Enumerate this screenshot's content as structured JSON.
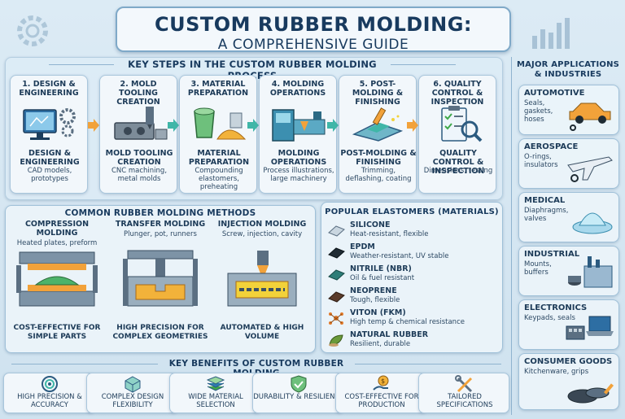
{
  "header": {
    "title": "CUSTOM RUBBER MOLDING:",
    "subtitle": "A COMPREHENSIVE GUIDE"
  },
  "steps_section": {
    "heading": "KEY STEPS IN THE CUSTOM RUBBER MOLDING PROCESS",
    "steps": [
      {
        "title": "1. DESIGN & ENGINEERING",
        "name": "DESIGN & ENGINEERING",
        "desc": "CAD models, prototypes",
        "icon": "computer-gear-icon"
      },
      {
        "title": "2. MOLD TOOLING CREATION",
        "name": "MOLD TOOLING CREATION",
        "desc": "CNC machining, metal molds",
        "icon": "mold-tool-icon"
      },
      {
        "title": "3. MATERIAL PREPARATION",
        "name": "MATERIAL PREPARATION",
        "desc": "Compounding elastomers, preheating",
        "icon": "material-bucket-icon"
      },
      {
        "title": "4. MOLDING OPERATIONS",
        "name": "MOLDING OPERATIONS",
        "desc": "Process illustrations, large machinery",
        "icon": "molding-machine-icon"
      },
      {
        "title": "5. POST-MOLDING & FINISHING",
        "name": "POST-MOLDING & FINISHING",
        "desc": "Trimming, deflashing, coating",
        "icon": "finishing-tool-icon"
      },
      {
        "title": "6. QUALITY CONTROL & INSPECTION",
        "name": "QUALITY CONTROL & INSPECTION",
        "desc": "Dimensions, testing",
        "icon": "clipboard-check-icon"
      }
    ]
  },
  "methods_section": {
    "heading": "COMMON RUBBER MOLDING METHODS",
    "methods": [
      {
        "title": "COMPRESSION MOLDING",
        "desc": "Heated plates, preform",
        "benefit": "COST-EFFECTIVE FOR SIMPLE PARTS"
      },
      {
        "title": "TRANSFER MOLDING",
        "desc": "Plunger, pot, runners",
        "benefit": "HIGH PRECISION FOR COMPLEX GEOMETRIES"
      },
      {
        "title": "INJECTION MOLDING",
        "desc": "Screw, injection, cavity",
        "benefit": "AUTOMATED & HIGH VOLUME"
      }
    ]
  },
  "elastomers_section": {
    "heading": "POPULAR ELASTOMERS (MATERIALS)",
    "items": [
      {
        "name": "SILICONE",
        "desc": "Heat-resistant, flexible",
        "color": "#c9d6e0"
      },
      {
        "name": "EPDM",
        "desc": "Weather-resistant, UV stable",
        "color": "#1f2b33"
      },
      {
        "name": "NITRILE (NBR)",
        "desc": "Oil & fuel resistant",
        "color": "#2e7d78"
      },
      {
        "name": "NEOPRENE",
        "desc": "Tough, flexible",
        "color": "#5a3b2a"
      },
      {
        "name": "VITON (FKM)",
        "desc": "High temp & chemical resistance",
        "color": "#e27a2a"
      },
      {
        "name": "NATURAL RUBBER",
        "desc": "Resilient, durable",
        "color": "#6a9a3a"
      }
    ]
  },
  "applications_section": {
    "heading": "MAJOR APPLICATIONS & INDUSTRIES",
    "items": [
      {
        "name": "AUTOMOTIVE",
        "desc": "Seals, gaskets, hoses",
        "icon": "car-icon"
      },
      {
        "name": "AEROSPACE",
        "desc": "O-rings, insulators",
        "icon": "airplane-icon"
      },
      {
        "name": "MEDICAL",
        "desc": "Diaphragms, valves",
        "icon": "medical-diaphragm-icon"
      },
      {
        "name": "INDUSTRIAL",
        "desc": "Mounts, buffers",
        "icon": "factory-icon"
      },
      {
        "name": "ELECTRONICS",
        "desc": "Keypads, seals",
        "icon": "laptop-icon"
      },
      {
        "name": "CONSUMER GOODS",
        "desc": "Kitchenware, grips",
        "icon": "pan-icon"
      }
    ]
  },
  "benefits_section": {
    "heading": "KEY BENEFITS OF CUSTOM RUBBER MOLDING",
    "items": [
      {
        "label": "HIGH PRECISION & ACCURACY",
        "icon": "target-icon"
      },
      {
        "label": "COMPLEX DESIGN FLEXIBILITY",
        "icon": "cube-icon"
      },
      {
        "label": "WIDE MATERIAL SELECTION",
        "icon": "layers-icon"
      },
      {
        "label": "DURABILITY & RESILIENCE",
        "icon": "shield-check-icon"
      },
      {
        "label": "COST-EFFECTIVE FOR PRODUCTION",
        "icon": "dollar-hand-icon"
      },
      {
        "label": "TAILORED SPECIFICATIONS",
        "icon": "wrench-screwdriver-icon"
      }
    ]
  },
  "colors": {
    "accent_orange": "#f2a23a",
    "accent_teal": "#3fb6a8",
    "navy": "#183a5e"
  }
}
